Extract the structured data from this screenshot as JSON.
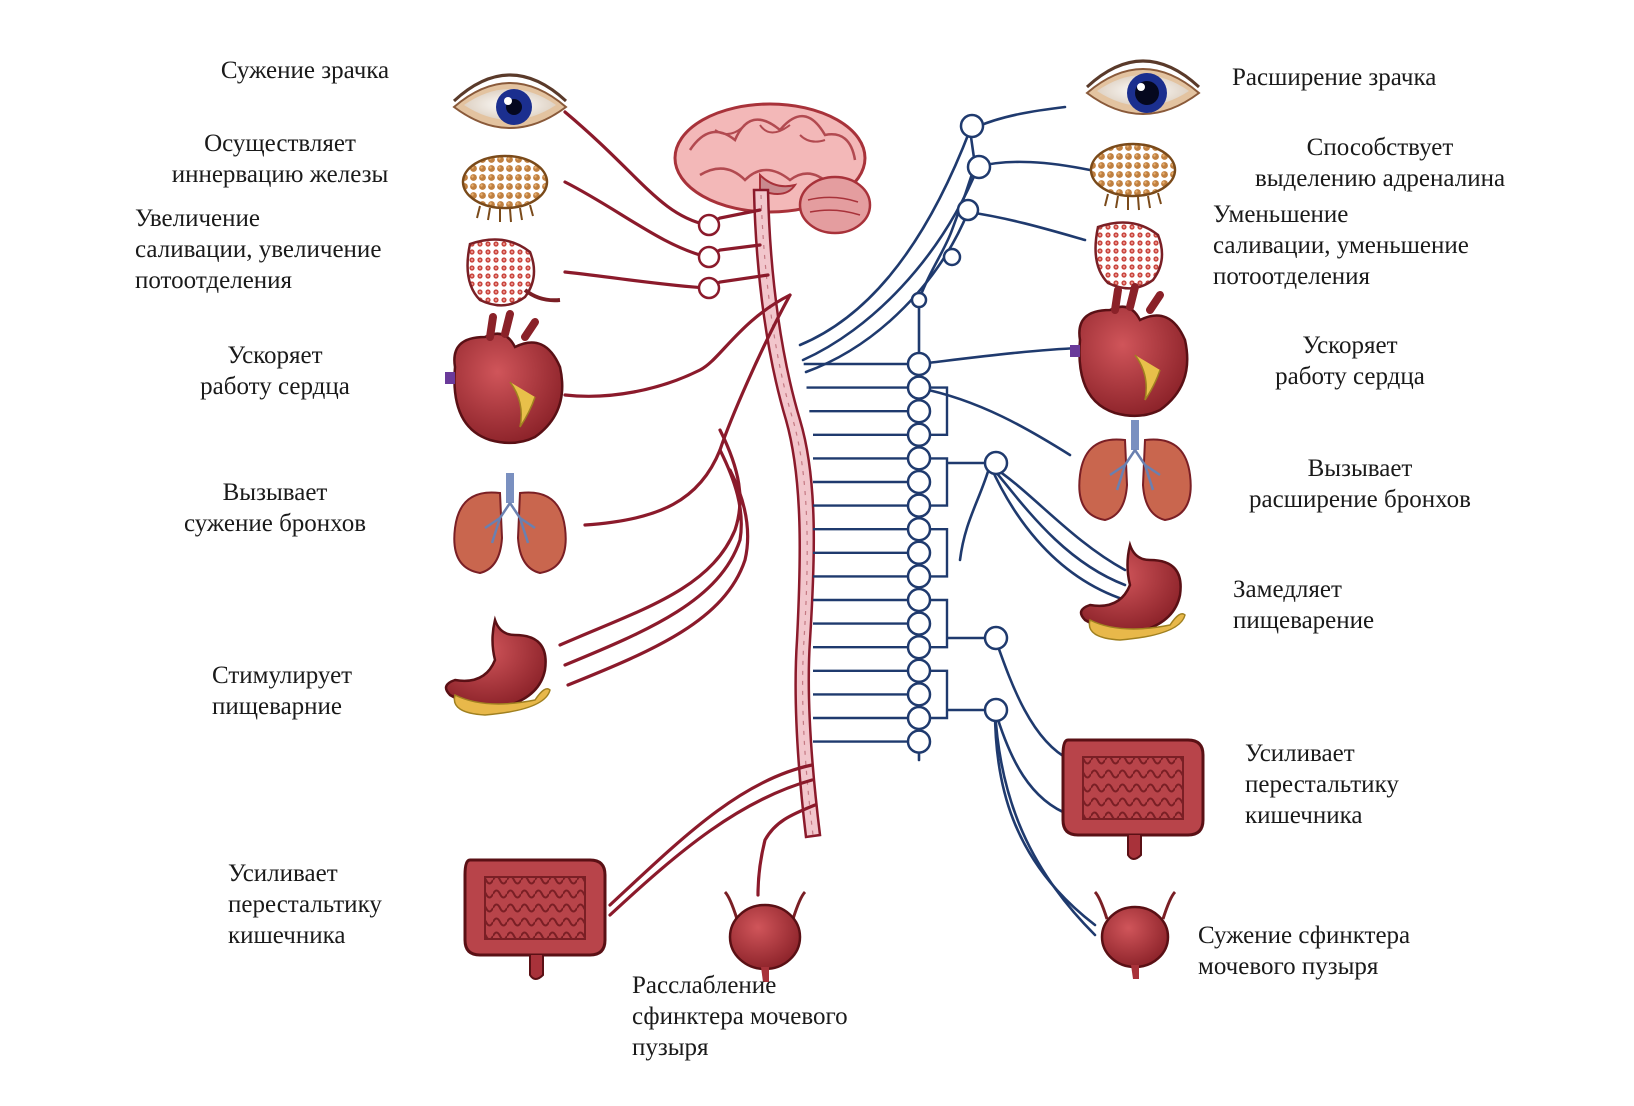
{
  "colors": {
    "parasympathetic": "#8b1a2b",
    "sympathetic": "#1f3a6e",
    "spinal_cord": "#f2c6cc",
    "organ_red": "#a8323a",
    "organ_dark": "#7a1f25",
    "fat_yellow": "#e8b84a",
    "eye_iris": "#1b2f8f",
    "gland_brown": "#b5742e"
  },
  "left_labels": {
    "pupil": [
      "Сужение зрачка"
    ],
    "gland": [
      "Осуществляет",
      "иннервацию железы"
    ],
    "saliva": [
      "Увеличение",
      "саливации, увеличение",
      "потоотделения"
    ],
    "heart": [
      "Ускоряет",
      "работу сердца"
    ],
    "bronchi": [
      "Вызывает",
      "сужение бронхов"
    ],
    "digestion": [
      "Стимулирует",
      "пищеварние"
    ],
    "intestine": [
      "Усиливает",
      "перестальтику",
      "кишечника"
    ],
    "bladder": [
      "Расслабление",
      "сфинктера мочевого",
      "пузыря"
    ]
  },
  "right_labels": {
    "pupil": [
      "Расширение зрачка"
    ],
    "adrenaline": [
      "Способствует",
      "выделению адреналина"
    ],
    "saliva": [
      "Уменьшение",
      "саливации, уменьшение",
      "потоотделения"
    ],
    "heart": [
      "Ускоряет",
      "работу сердца"
    ],
    "bronchi": [
      "Вызывает",
      "расширение бронхов"
    ],
    "digestion": [
      "Замедляет",
      "пищеварение"
    ],
    "intestine": [
      "Усиливает",
      "перестальтику",
      "кишечника"
    ],
    "bladder": [
      "Сужение сфинктера",
      "мочевого пузыря"
    ]
  },
  "icons": [
    "eye-icon",
    "gland-icon",
    "salivary-gland-icon",
    "heart-icon",
    "lungs-icon",
    "stomach-icon",
    "intestine-icon",
    "bladder-icon",
    "brain-icon",
    "spinal-cord-icon",
    "ganglion-icon"
  ]
}
